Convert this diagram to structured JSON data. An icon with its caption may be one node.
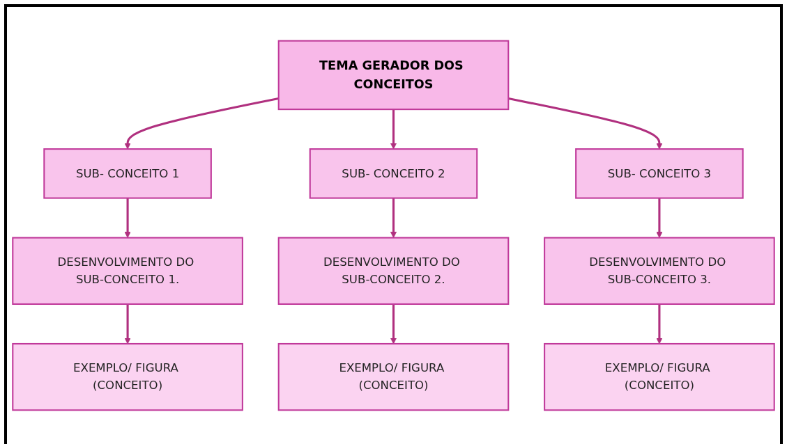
{
  "diagram": {
    "nodes": [
      {
        "text": [
          "TEMA GERADOR DOS CONCEITOS"
        ]
      },
      {
        "text": [
          "SUB- CONCEITO 1"
        ]
      },
      {
        "text": [
          "SUB- CONCEITO 2"
        ]
      },
      {
        "text": [
          "SUB- CONCEITO 3"
        ]
      },
      {
        "text": [
          "DESENVOLVIMENTO DO SUB-CONCEITO 1."
        ]
      },
      {
        "text": [
          "DESENVOLVIMENTO DO SUB-CONCEITO 2."
        ]
      },
      {
        "text": [
          "DESENVOLVIMENTO DO SUB-CONCEITO 3."
        ]
      },
      {
        "text": [
          "EXEMPLO/ FIGURA (CONCEITO)"
        ]
      },
      {
        "text": [
          "EXEMPLO/ FIGURA (CONCEITO)"
        ]
      },
      {
        "text": [
          "EXEMPLO/ FIGURA (CONCEITO)"
        ]
      }
    ],
    "edges": [
      {
        "from": 0,
        "to": 1,
        "arrow": "to"
      },
      {
        "from": 0,
        "to": 2,
        "arrow": "to"
      },
      {
        "from": 0,
        "to": 3,
        "arrow": "to"
      },
      {
        "from": 1,
        "to": 4,
        "arrow": "to"
      },
      {
        "from": 2,
        "to": 5,
        "arrow": "to"
      },
      {
        "from": 3,
        "to": 6,
        "arrow": "to"
      },
      {
        "from": 4,
        "to": 7,
        "arrow": "to"
      },
      {
        "from": 5,
        "to": 8,
        "arrow": "to"
      },
      {
        "from": 6,
        "to": 9,
        "arrow": "to"
      }
    ]
  }
}
